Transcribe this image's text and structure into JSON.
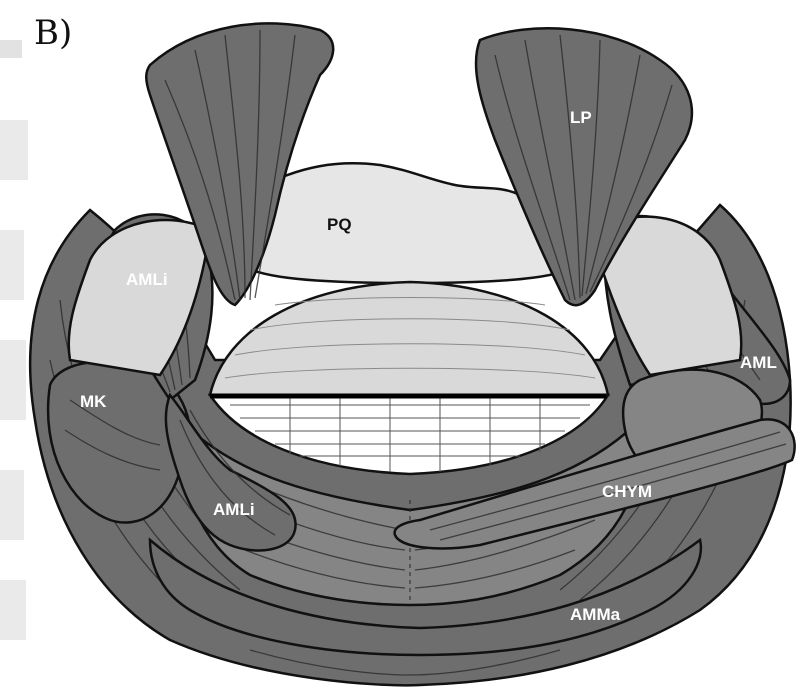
{
  "panel_label": "B)",
  "labels": {
    "lp": "LP",
    "pq": "PQ",
    "amli_upper": "AMLi",
    "amli_lower": "AMLi",
    "aml_right": "AML",
    "mk": "MK",
    "chym": "CHYM",
    "amma": "AMMa"
  },
  "colors": {
    "muscle": "#6e6e6e",
    "cartilage": "#d9d9d9",
    "outline": "#111111",
    "label_text": "#ffffff"
  }
}
